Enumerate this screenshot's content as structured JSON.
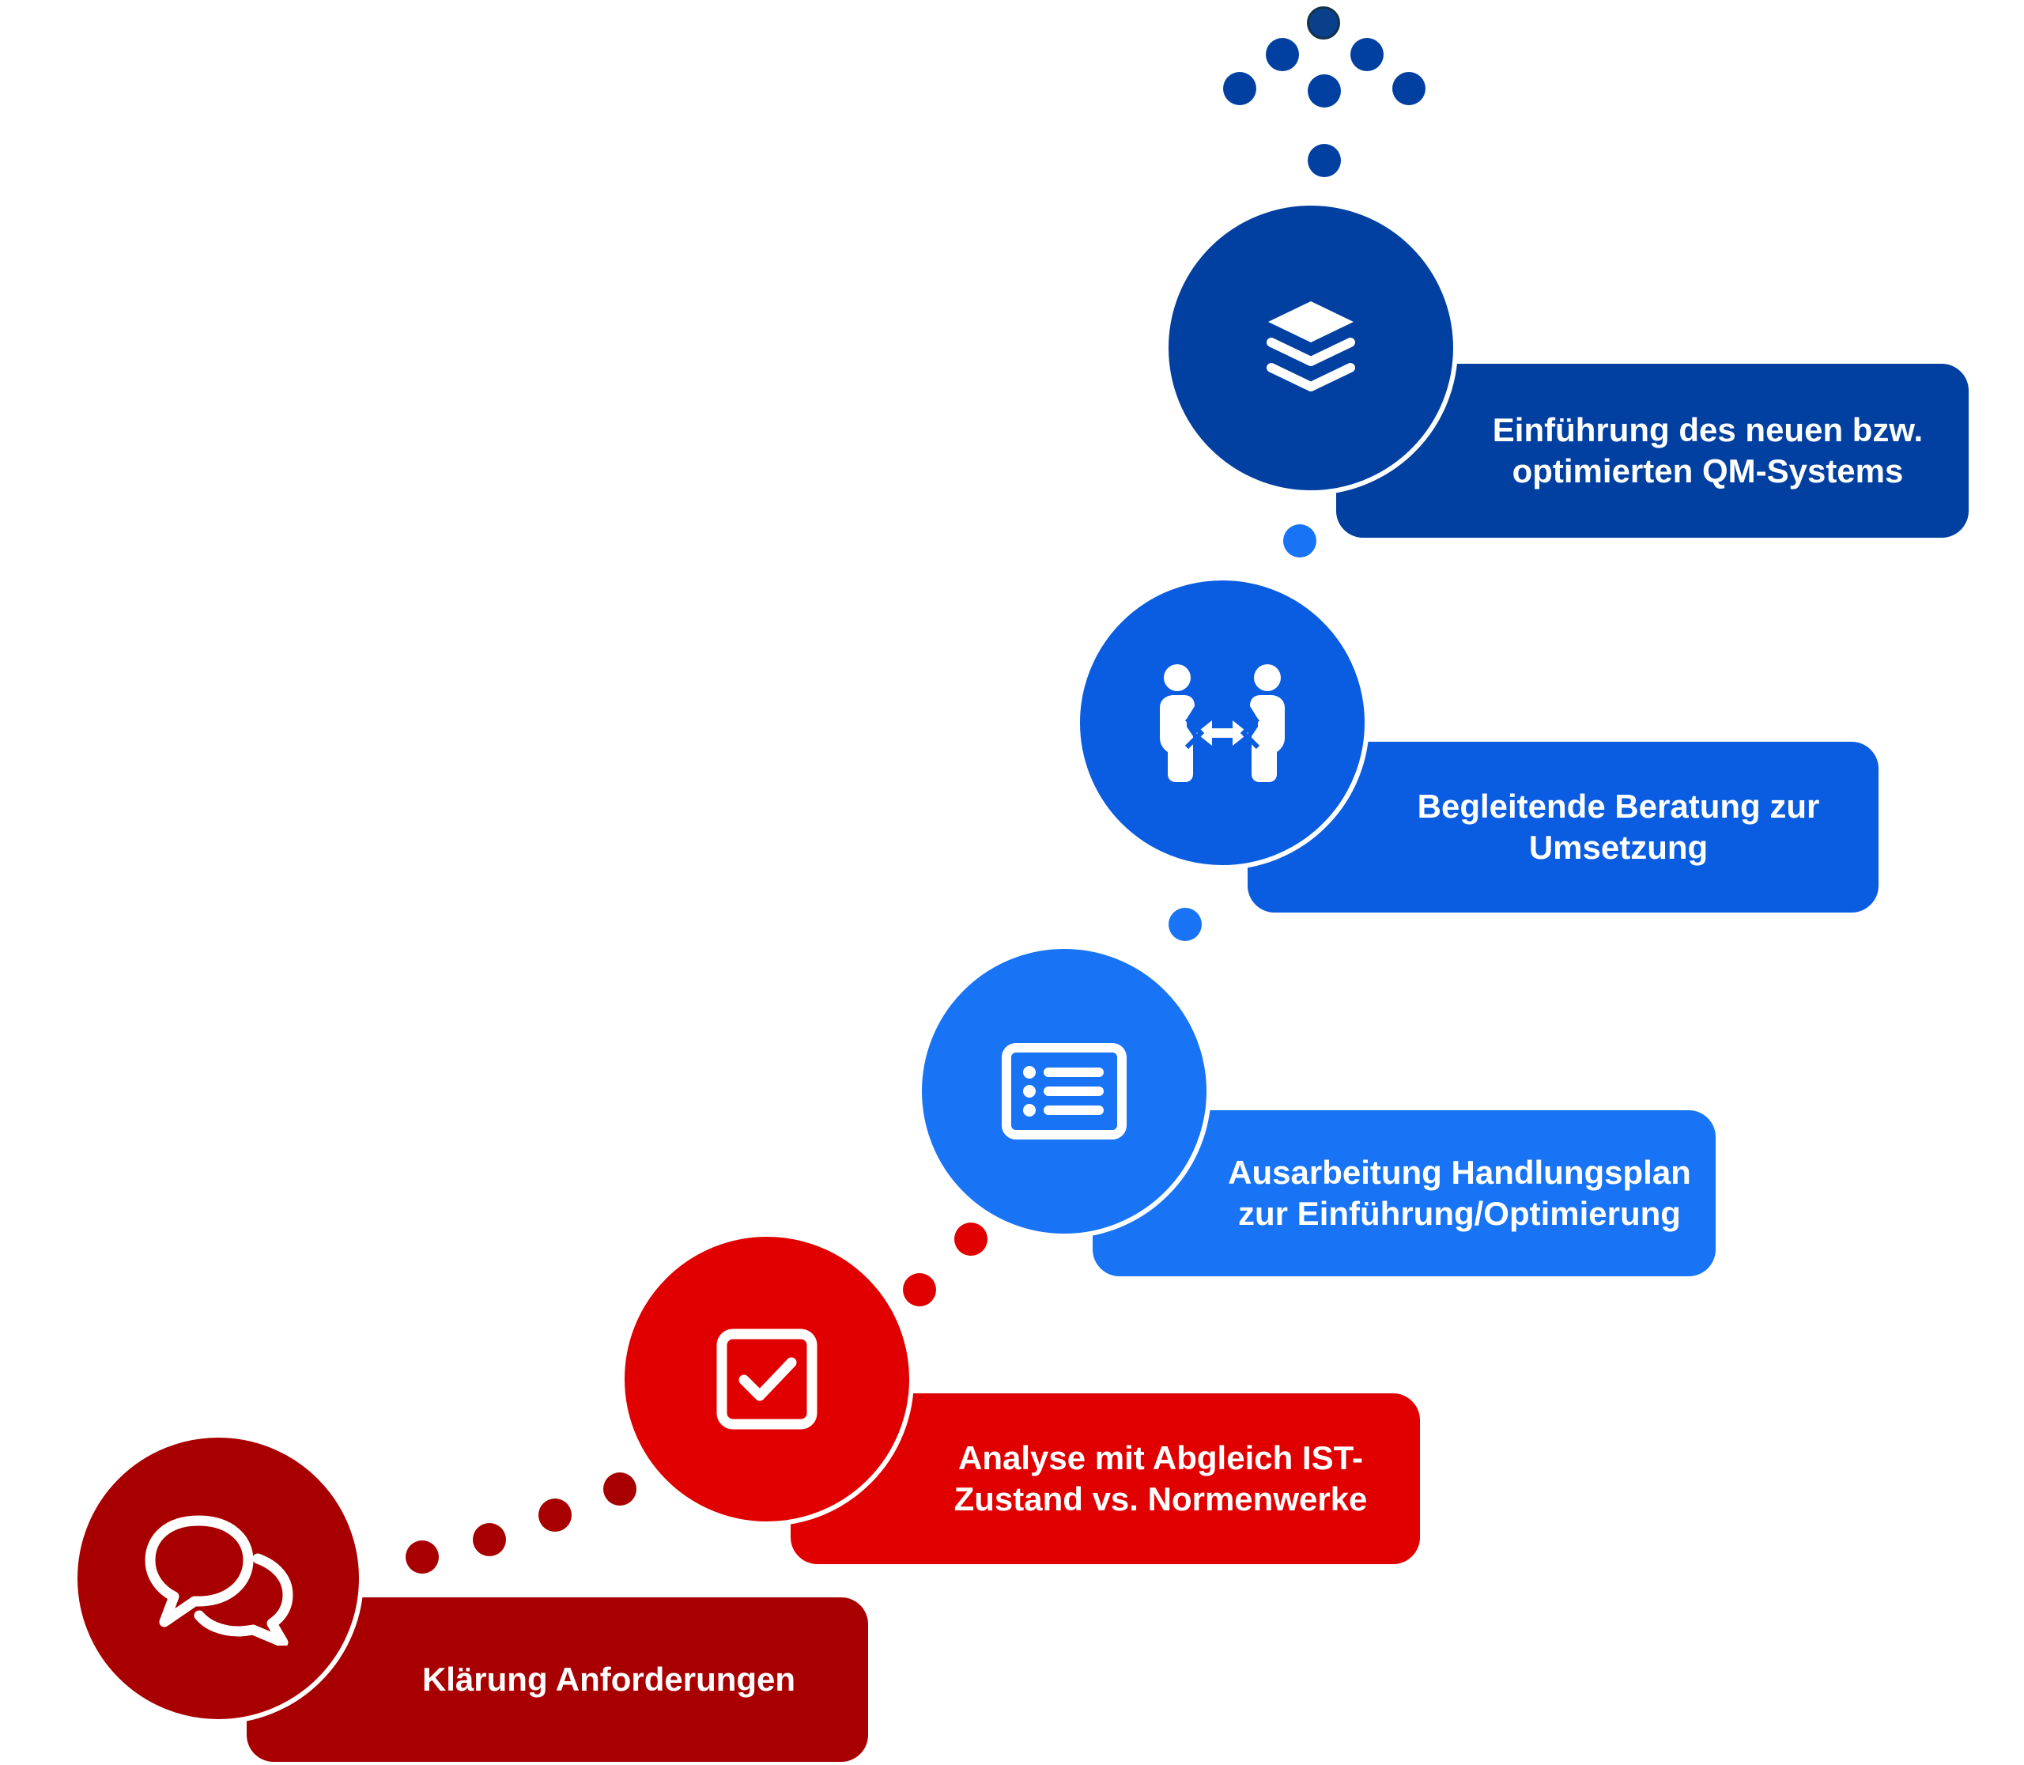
{
  "steps": [
    {
      "label": "Klärung Anforderungen",
      "icon": "chat-bubbles-icon",
      "color": "#a80000"
    },
    {
      "label": "Analyse mit Abgleich IST-\nZustand vs. Normenwerke",
      "icon": "checkbox-icon",
      "color": "#e00000"
    },
    {
      "label": "Ausarbeitung Handlungsplan\nzur Einführung/Optimierung",
      "icon": "list-icon",
      "color": "#1874f5"
    },
    {
      "label": "Begleitende Beratung zur\nUmsetzung",
      "icon": "consulting-icon",
      "color": "#0a5ce0"
    },
    {
      "label": "Einführung des neuen bzw.\noptimierten QM-Systems",
      "icon": "layers-icon",
      "color": "#0140a0"
    }
  ]
}
